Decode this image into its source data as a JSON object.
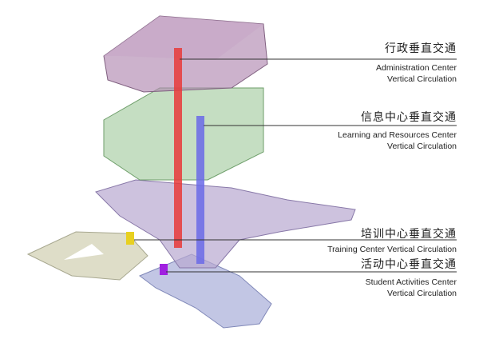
{
  "labels": [
    {
      "cn": "行政垂直交通",
      "en1": "Administration  Center",
      "en2": "Vertical Circulation",
      "color": "#e83a3a"
    },
    {
      "cn": "信息中心垂直交通",
      "en1": "Learning and  Resources Center",
      "en2": "Vertical Circulation",
      "color": "#6a6ae8"
    },
    {
      "cn": "培训中心垂直交通",
      "en1": "Training Center Vertical Circulation",
      "en2": "",
      "color": "#e8d020"
    },
    {
      "cn": "活动中心垂直交通",
      "en1": "Student Activities Center",
      "en2": "Vertical Circulation",
      "color": "#a020e0"
    }
  ]
}
